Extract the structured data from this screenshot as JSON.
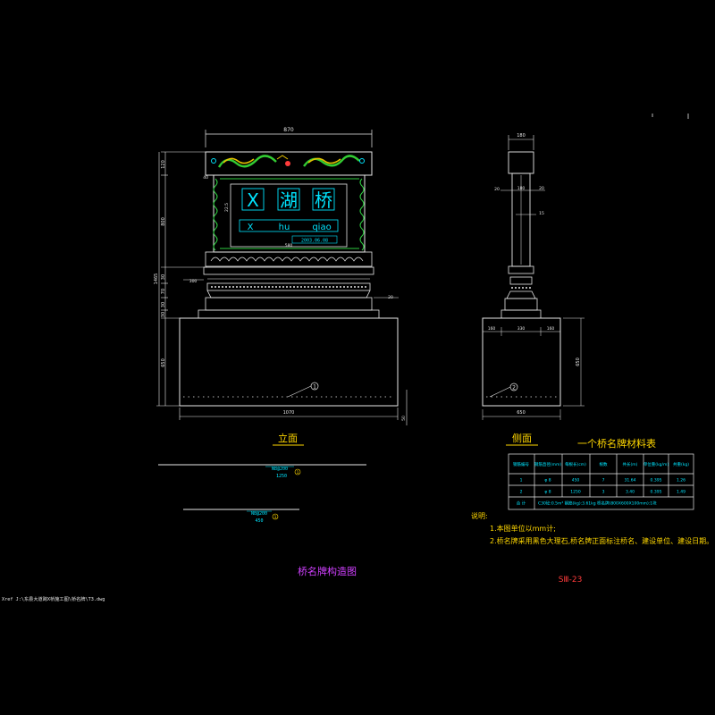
{
  "colors": {
    "background": "#000000",
    "line_white": "#e8e8e8",
    "line_green": "#2ecc40",
    "accent_cyan": "#00e5ff",
    "accent_yellow": "#ffd700",
    "accent_red": "#ff3b3b",
    "accent_magenta": "#d040ff",
    "dragon_green": "#33cc33",
    "dragon_yellow": "#e6c200"
  },
  "elevation": {
    "top_width_dim": "870",
    "left_dims": [
      "120",
      "800",
      "1465",
      "30",
      "70",
      "30",
      "30",
      "650"
    ],
    "small_dims": [
      "40",
      "22.5",
      "580",
      "300",
      "20"
    ],
    "base_width_dim": "1070",
    "base_height_dim": "50",
    "rebar_callout": "1",
    "title_chars": [
      "X",
      "湖",
      "桥"
    ],
    "pinyin": [
      "X",
      "hu",
      "qiao"
    ],
    "date_plate": "2003.06.08"
  },
  "side": {
    "top_dim": "180",
    "mid_dims": [
      "20",
      "180",
      "20",
      "15"
    ],
    "base_dims": [
      "160",
      "330",
      "160"
    ],
    "height_dim": "650",
    "base_width_dim": "650",
    "rebar_callout": "2"
  },
  "labels": {
    "elevation_view": "立面",
    "side_view": "侧面",
    "drawing_title": "桥名牌构造图",
    "table_title": "一个桥名牌材料表",
    "notes_header": "说明:",
    "note_1": "1.本图单位以mm计;",
    "note_2": "2.桥名牌采用黑色大理石,桥名牌正面标注桥名、建设单位、建设日期。",
    "sheet_no": "SⅢ-23",
    "xref": "Xref J:\\东县大道跨X桥施工图\\桥名牌\\T3.dwg",
    "marker_1": "1",
    "marker_2": "2"
  },
  "bar_details": [
    {
      "label": "N8@200",
      "length": "1250",
      "num": "1"
    },
    {
      "label": "N8@200",
      "length": "450",
      "num": "1"
    }
  ],
  "table": {
    "headers": [
      "钢筋编号",
      "钢筋直径(mm)",
      "每根长(cm)",
      "根数",
      "共长(m)",
      "单位重(kg/m)",
      "共重(kg)"
    ],
    "rows": [
      [
        "1",
        "φ 8",
        "450",
        "7",
        "31.64",
        "0.395",
        "1.26"
      ],
      [
        "2",
        "φ 8",
        "1250",
        "3",
        "3.40",
        "0.395",
        "1.49"
      ]
    ],
    "total": [
      "合 计",
      "C30砼:0.5m³    钢筋(kg):3.61kg    桥名牌(800X600X100mm):1块"
    ]
  }
}
